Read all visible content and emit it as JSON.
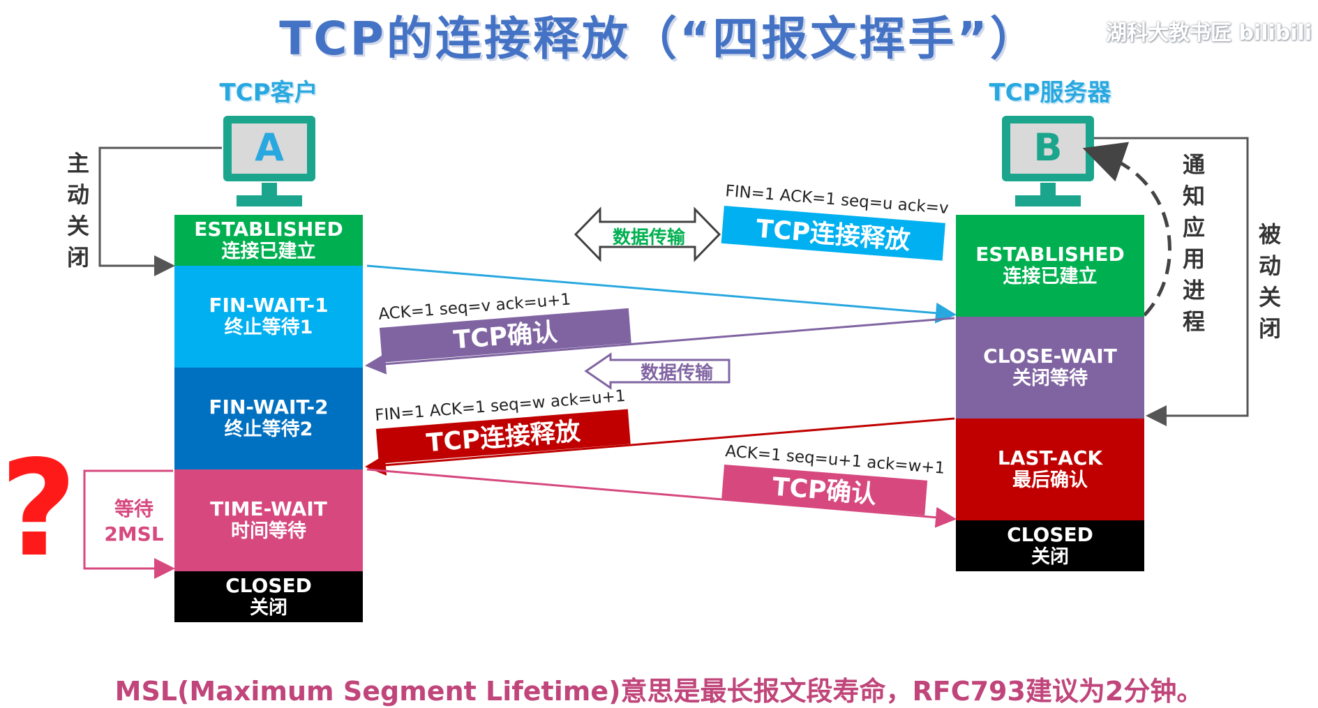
{
  "title": "TCP的连接释放（“四报文挥手”）",
  "watermark": "湖科大教书匠 bilibili",
  "client": {
    "label": "TCP客户",
    "letter": "A",
    "side_label": "主动关闭",
    "states": [
      {
        "en": "ESTABLISHED",
        "zh": "连接已建立",
        "color": "#00b050"
      },
      {
        "en": "FIN-WAIT-1",
        "zh": "终止等待1",
        "color": "#00b0f0"
      },
      {
        "en": "FIN-WAIT-2",
        "zh": "终止等待2",
        "color": "#0070c0"
      },
      {
        "en": "TIME-WAIT",
        "zh": "时间等待",
        "color": "#d6487e"
      },
      {
        "en": "CLOSED",
        "zh": "关闭",
        "color": "#000000"
      }
    ]
  },
  "server": {
    "label": "TCP服务器",
    "letter": "B",
    "notify_label": "通知应用进程",
    "side_label": "被动关闭",
    "states": [
      {
        "en": "ESTABLISHED",
        "zh": "连接已建立",
        "color": "#00b050"
      },
      {
        "en": "CLOSE-WAIT",
        "zh": "关闭等待",
        "color": "#8064a2"
      },
      {
        "en": "LAST-ACK",
        "zh": "最后确认",
        "color": "#c00000"
      },
      {
        "en": "CLOSED",
        "zh": "关闭",
        "color": "#000000"
      }
    ]
  },
  "segments": {
    "fin1": {
      "fields": "FIN=1  ACK=1   seq=u  ack=v",
      "banner": "TCP连接释放",
      "color": "#00b0f0"
    },
    "ack1": {
      "fields": "ACK=1    seq=v    ack=u+1",
      "banner": "TCP确认",
      "color": "#8064a2"
    },
    "fin2": {
      "fields": "FIN=1  ACK=1   seq=w  ack=u+1",
      "banner": "TCP连接释放",
      "color": "#c00000"
    },
    "ack2": {
      "fields": "ACK=1    seq=u+1    ack=w+1",
      "banner": "TCP确认",
      "color": "#d6487e"
    }
  },
  "data_transfer_label": "数据传输",
  "data_transfer_label_2": "数据传输",
  "wait_label_1": "等待",
  "wait_label_2": "2MSL",
  "question_mark": "?",
  "footer": "MSL(Maximum Segment Lifetime)意思是最长报文段寿命，RFC793建议为2分钟。",
  "colors": {
    "accent": "#4472c4",
    "monitor": "#1aa58c",
    "question": "#ff1a1a"
  }
}
